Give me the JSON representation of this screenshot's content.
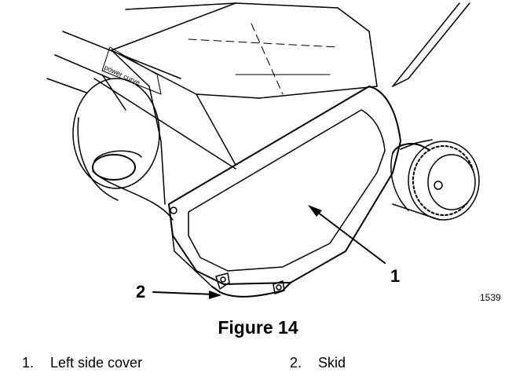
{
  "figure": {
    "brand_text": "power curve",
    "callout_1": "1",
    "callout_2": "2",
    "figure_number": "1539",
    "caption": "Figure 14"
  },
  "legend": [
    {
      "number": "1.",
      "label": "Left side cover"
    },
    {
      "number": "2.",
      "label": "Skid"
    }
  ]
}
